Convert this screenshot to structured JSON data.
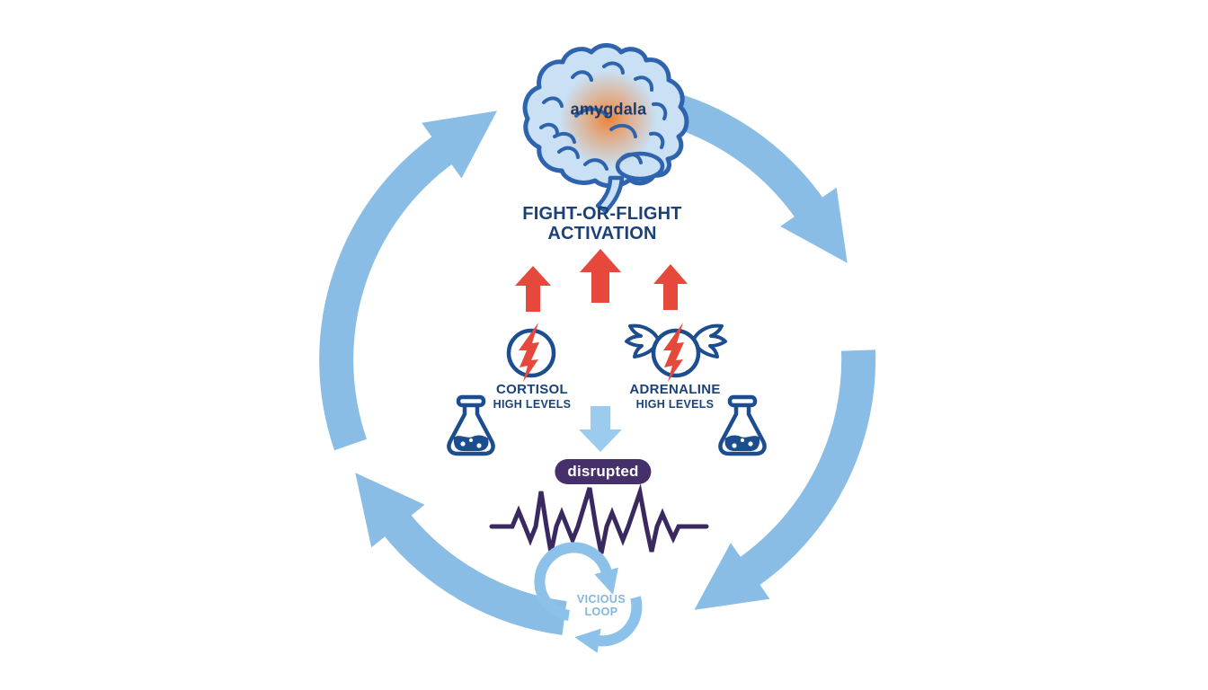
{
  "colors": {
    "cycle-blue": "#89bde6",
    "loop-blue": "#8cc2e9",
    "loop-text": "#82b7de",
    "navy-text": "#1b4278",
    "icon-navy": "#1c4e8f",
    "alert-red": "#e6483c",
    "badge-purple": "#45306b",
    "badge-text": "#ffffff",
    "wave-purple": "#3a2960",
    "glow-orange": "#ef8a3e",
    "brain-fill": "#c9e0f5",
    "brain-stroke": "#2e63ae",
    "down-arrow-blue": "#9ccbee"
  },
  "diagram": {
    "brain_label": "amygdala",
    "activation_title": "FIGHT-OR-FLIGHT\nACTIVATION",
    "cortisol": {
      "name": "CORTISOL",
      "level": "HIGH LEVELS"
    },
    "adrenaline": {
      "name": "ADRENALINE",
      "level": "HIGH LEVELS"
    },
    "sleep_status": "disrupted",
    "loop_label": "VICIOUS\nLOOP"
  }
}
